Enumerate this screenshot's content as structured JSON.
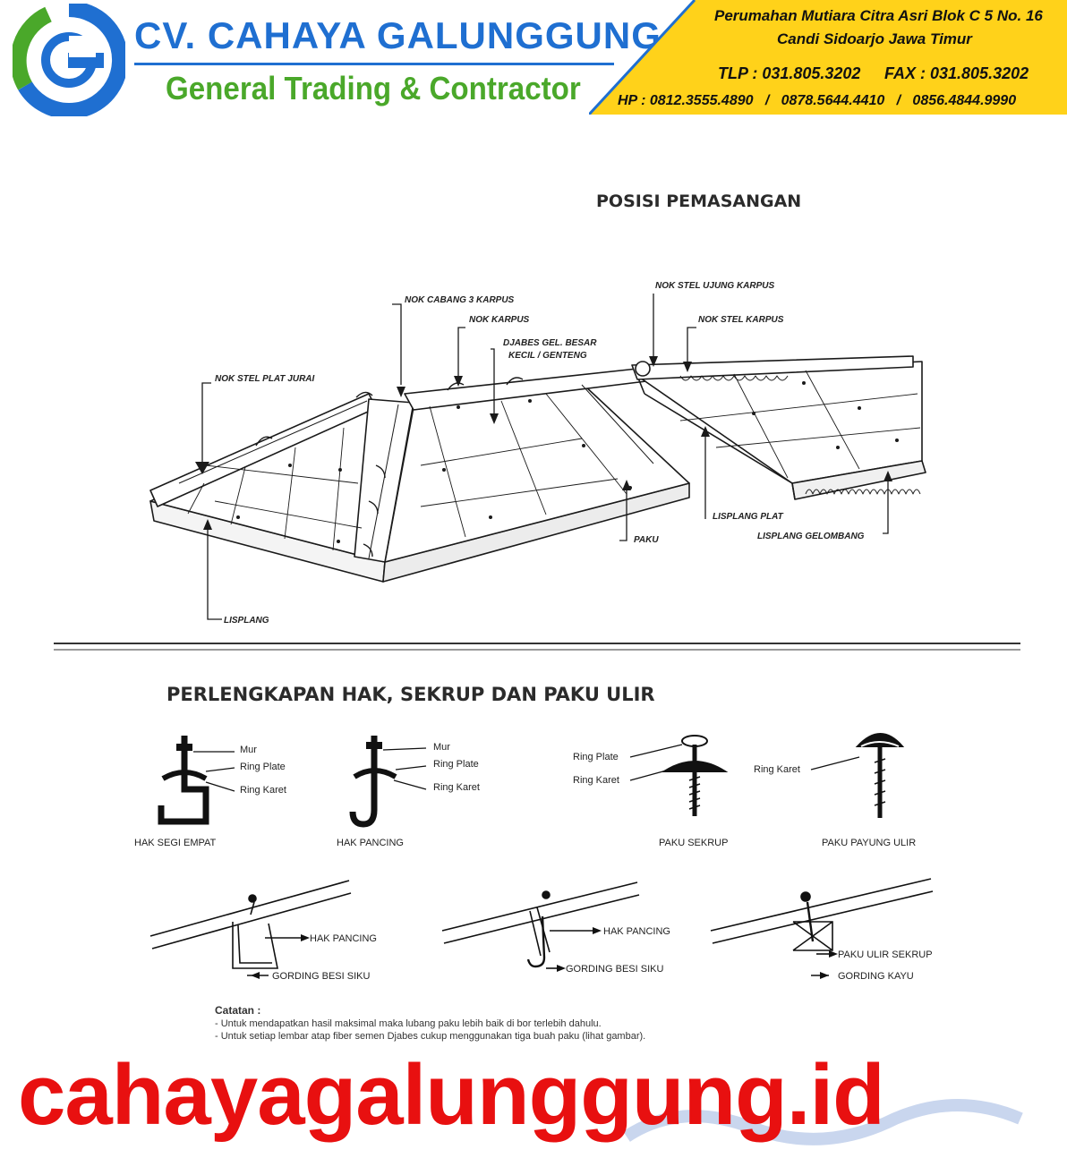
{
  "header": {
    "company": "CV. CAHAYA GALUNGGUNG",
    "tagline": "General Trading & Contractor",
    "address_line1": "Perumahan Mutiara Citra Asri Blok C 5 No. 16",
    "address_line2": "Candi Sidoarjo Jawa Timur",
    "tlp": "TLP : 031.805.3202",
    "fax": "FAX : 031.805.3202",
    "hp": "HP : 0812.3555.4890   /   0878.5644.4410   /   0856.4844.9990",
    "colors": {
      "blue": "#1f6fd1",
      "green": "#4aa82a",
      "yellow": "#ffd21a",
      "red": "#e81010"
    }
  },
  "roof": {
    "title": "POSISI PEMASANGAN",
    "labels": {
      "nok_cabang": "NOK CABANG 3 KARPUS",
      "nok_karpus": "NOK KARPUS",
      "djabes_1": "DJABES GEL. BESAR",
      "djabes_2": "KECIL / GENTENG",
      "nok_stel_ujung": "NOK STEL UJUNG KARPUS",
      "nok_stel_karpus": "NOK STEL KARPUS",
      "nok_stel_plat": "NOK STEL PLAT JURAI",
      "paku": "PAKU",
      "lisplang_plat": "LISPLANG PLAT",
      "lisplang_gelombang": "LISPLANG GELOMBANG",
      "lisplang": "LISPLANG"
    }
  },
  "parts": {
    "title": "PERLENGKAPAN HAK, SEKRUP DAN PAKU ULIR",
    "mur": "Mur",
    "ring_plate": "Ring Plate",
    "ring_karet": "Ring Karet",
    "hak_segi_empat": "HAK SEGI EMPAT",
    "hak_pancing": "HAK PANCING",
    "paku_sekrup": "PAKU SEKRUP",
    "paku_payung": "PAKU PAYUNG ULIR",
    "inst_hak_pancing": "HAK PANCING",
    "gording_besi": "GORDING BESI SIKU",
    "paku_ulir_sekrup": "PAKU ULIR SEKRUP",
    "gording_kayu": "GORDING KAYU"
  },
  "notes": {
    "heading": "Catatan :",
    "line1": "- Untuk mendapatkan hasil maksimal maka lubang paku lebih baik di bor terlebih dahulu.",
    "line2": "- Untuk setiap lembar atap fiber semen Djabes cukup menggunakan tiga buah paku (lihat gambar)."
  },
  "watermark": "cahayagalunggung.id"
}
